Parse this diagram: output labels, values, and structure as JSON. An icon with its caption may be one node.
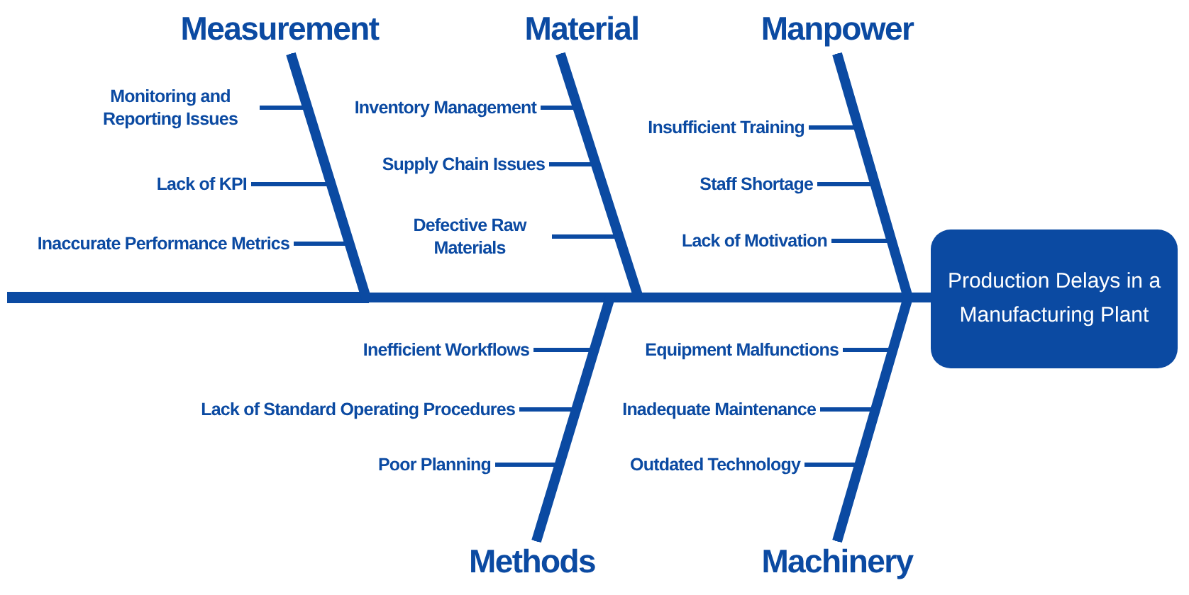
{
  "diagram": {
    "nodes": [
      {
        "text": [
          "Production Delays in a Manufacturing Plant"
        ]
      },
      {
        "text": [
          "Measurement"
        ]
      },
      {
        "text": [
          "Material"
        ]
      },
      {
        "text": [
          "Manpower"
        ]
      },
      {
        "text": [
          "Methods"
        ]
      },
      {
        "text": [
          "Machinery"
        ]
      },
      {
        "text": [
          "Monitoring and Reporting Issues"
        ]
      },
      {
        "text": [
          "Lack of KPI"
        ]
      },
      {
        "text": [
          "Inaccurate Performance Metrics"
        ]
      },
      {
        "text": [
          "Inventory Management"
        ]
      },
      {
        "text": [
          "Supply Chain Issues"
        ]
      },
      {
        "text": [
          "Defective Raw Materials"
        ]
      },
      {
        "text": [
          "Insufficient Training"
        ]
      },
      {
        "text": [
          "Staff Shortage"
        ]
      },
      {
        "text": [
          "Lack of Motivation"
        ]
      },
      {
        "text": [
          "Inefficient Workflows"
        ]
      },
      {
        "text": [
          "Lack of Standard Operating Procedures"
        ]
      },
      {
        "text": [
          "Poor Planning"
        ]
      },
      {
        "text": [
          "Equipment Malfunctions"
        ]
      },
      {
        "text": [
          "Inadequate Maintenance"
        ]
      },
      {
        "text": [
          "Outdated Technology"
        ]
      }
    ],
    "edges": [
      {
        "from": 1,
        "to": 0,
        "arrow": "none",
        "style": "thick"
      },
      {
        "from": 2,
        "to": 0,
        "arrow": "none",
        "style": "thick"
      },
      {
        "from": 3,
        "to": 0,
        "arrow": "none",
        "style": "thick"
      },
      {
        "from": 4,
        "to": 0,
        "arrow": "none",
        "style": "thick"
      },
      {
        "from": 5,
        "to": 0,
        "arrow": "none",
        "style": "thick"
      },
      {
        "from": 6,
        "to": 1,
        "arrow": "none"
      },
      {
        "from": 7,
        "to": 1,
        "arrow": "none"
      },
      {
        "from": 8,
        "to": 1,
        "arrow": "none"
      },
      {
        "from": 9,
        "to": 2,
        "arrow": "none"
      },
      {
        "from": 10,
        "to": 2,
        "arrow": "none"
      },
      {
        "from": 11,
        "to": 2,
        "arrow": "none"
      },
      {
        "from": 12,
        "to": 3,
        "arrow": "none"
      },
      {
        "from": 13,
        "to": 3,
        "arrow": "none"
      },
      {
        "from": 14,
        "to": 3,
        "arrow": "none"
      },
      {
        "from": 15,
        "to": 4,
        "arrow": "none"
      },
      {
        "from": 16,
        "to": 4,
        "arrow": "none"
      },
      {
        "from": 17,
        "to": 4,
        "arrow": "none"
      },
      {
        "from": 18,
        "to": 5,
        "arrow": "none"
      },
      {
        "from": 19,
        "to": 5,
        "arrow": "none"
      },
      {
        "from": 20,
        "to": 5,
        "arrow": "none"
      }
    ]
  }
}
